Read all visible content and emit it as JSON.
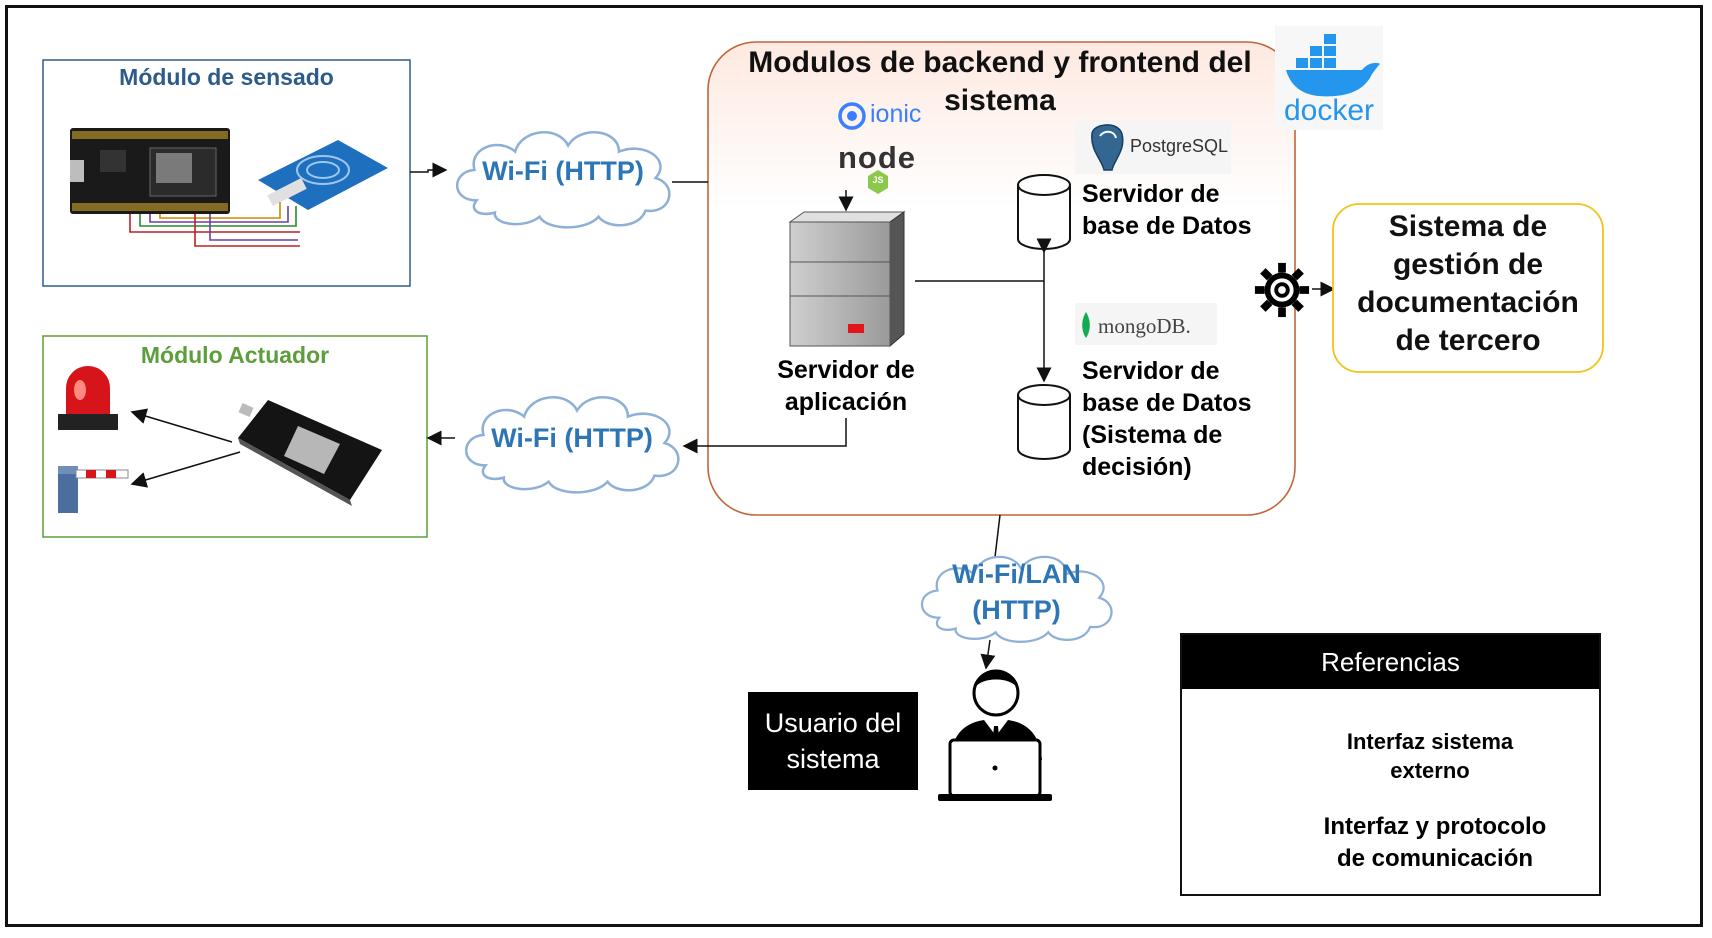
{
  "sensing_module": {
    "title": "Módulo de sensado"
  },
  "actuator_module": {
    "title": "Módulo Actuador"
  },
  "backend": {
    "title_line1": "Modulos de backend y frontend del",
    "title_line2": "sistema",
    "logos": {
      "ionic": "ionic",
      "node": "node",
      "node_js": "JS",
      "postgres": "PostgreSQL",
      "mongo": "mongoDB.",
      "docker": "docker"
    },
    "app_server": {
      "line1": "Servidor de",
      "line2": "aplicación"
    },
    "db_server": {
      "line1": "Servidor de",
      "line2": "base de Datos"
    },
    "decision_db": {
      "line1": "Servidor de",
      "line2": "base de Datos",
      "line3": "(Sistema de",
      "line4": "decisión)"
    }
  },
  "clouds": {
    "sensing": "Wi-Fi (HTTP)",
    "actuator": "Wi-Fi (HTTP)",
    "user_line1": "Wi-Fi/LAN",
    "user_line2": "(HTTP)"
  },
  "external_system": {
    "line1": "Sistema de",
    "line2": "gestión de",
    "line3": "documentación",
    "line4": "de tercero"
  },
  "user": {
    "line1": "Usuario del",
    "line2": "sistema"
  },
  "legend": {
    "title": "Referencias",
    "gear_line1": "Interfaz sistema",
    "gear_line2": "externo",
    "cloud_line1": "Interfaz y protocolo",
    "cloud_line2": "de comunicación"
  },
  "colors": {
    "sensing_border": "#2e5c8a",
    "sensing_title": "#2e5c8a",
    "actuator_border": "#5b9e3a",
    "actuator_title": "#5b9e3a",
    "backend_border": "#c0653a",
    "cloud_text": "#2e75b6",
    "external_border": "#f0c419",
    "docker_blue": "#2496ed"
  }
}
